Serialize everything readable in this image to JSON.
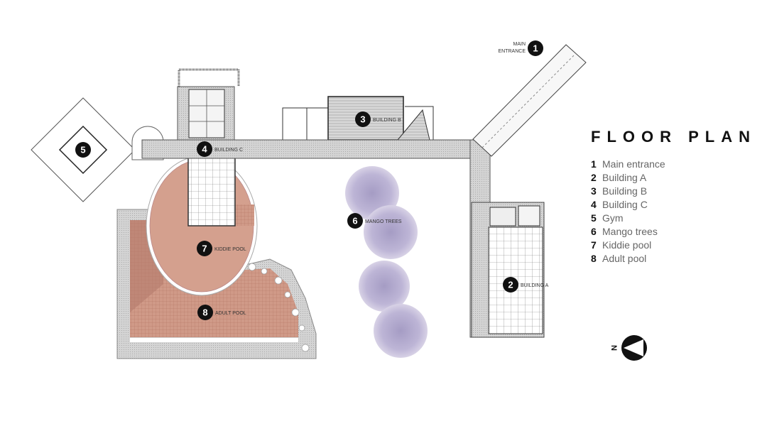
{
  "title": "FLOOR PLAN",
  "legend": [
    {
      "num": "1",
      "label": "Main entrance"
    },
    {
      "num": "2",
      "label": "Building A"
    },
    {
      "num": "3",
      "label": "Building B"
    },
    {
      "num": "4",
      "label": "Building C"
    },
    {
      "num": "5",
      "label": "Gym"
    },
    {
      "num": "6",
      "label": "Mango trees"
    },
    {
      "num": "7",
      "label": "Kiddie pool"
    },
    {
      "num": "8",
      "label": "Adult pool"
    }
  ],
  "plan_labels": {
    "main_entrance": [
      "MAIN",
      "ENTRANCE"
    ],
    "building_a": "BUILDING A",
    "building_b": "BUILDING B",
    "building_c": "BUILDING C",
    "mango_trees": "MANGO TREES",
    "kiddie_pool": "KIDDIE POOL",
    "adult_pool": "ADULT POOL"
  },
  "markers": [
    "1",
    "2",
    "3",
    "4",
    "5",
    "6",
    "7",
    "8"
  ],
  "compass": {
    "label": "N",
    "icon": "north-arrow-icon"
  },
  "colors": {
    "pool": "#d2a08e",
    "pool_dark": "#b77e6e",
    "deck": "#cfcfcf",
    "trees": "#b9b2d2",
    "marker": "#111111"
  }
}
